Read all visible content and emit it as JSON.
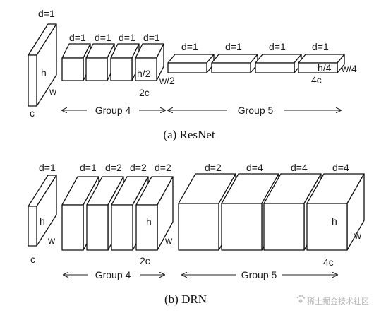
{
  "resnet": {
    "caption": "(a) ResNet",
    "first_block": {
      "d": "d=1",
      "h": "h",
      "w": "w",
      "c": "c"
    },
    "group4": {
      "label": "Group 4",
      "d": [
        "d=1",
        "d=1",
        "d=1",
        "d=1"
      ],
      "h": "h/2",
      "w": "w/2",
      "c": "2c"
    },
    "group5": {
      "label": "Group 5",
      "d": [
        "d=1",
        "d=1",
        "d=1",
        "d=1"
      ],
      "h": "h/4",
      "w": "w/4",
      "c": "4c"
    }
  },
  "drn": {
    "caption": "(b) DRN",
    "first_block": {
      "d": "d=1",
      "h": "h",
      "w": "w",
      "c": "c"
    },
    "group4": {
      "label": "Group 4",
      "d": [
        "d=1",
        "d=2",
        "d=2",
        "d=2"
      ],
      "h": "h",
      "w": "w",
      "c": "2c"
    },
    "group5": {
      "label": "Group 5",
      "d": [
        "d=2",
        "d=4",
        "d=4",
        "d=4"
      ],
      "h": "h",
      "w": "w",
      "c": "4c"
    }
  },
  "watermark": {
    "icon": "paw-icon",
    "text": "稀土掘金技术社区"
  },
  "colors": {
    "line": "#111111",
    "background": "#ffffff",
    "watermark": "#b8b8b8"
  }
}
